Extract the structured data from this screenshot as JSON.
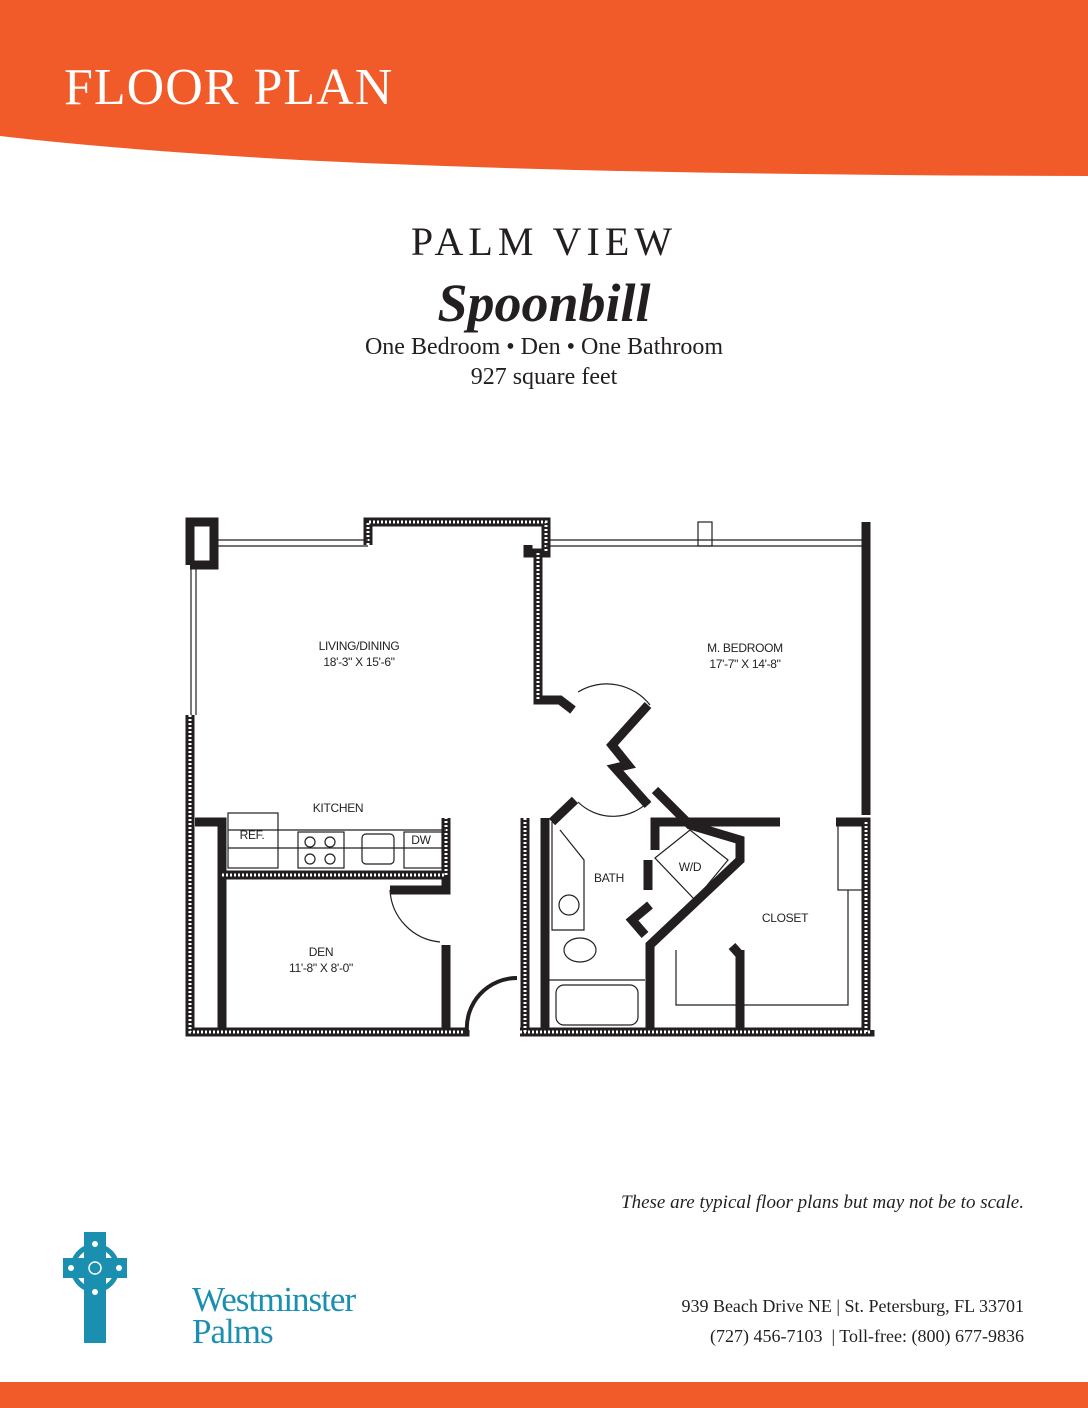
{
  "header": {
    "title": "FLOOR PLAN"
  },
  "unit": {
    "community": "PALM VIEW",
    "model": "Spoonbill",
    "features": "One Bedroom • Den • One Bathroom",
    "area": "927 square feet"
  },
  "rooms": {
    "living": {
      "name": "LIVING/DINING",
      "size": "18'-3\" X 15'-6\""
    },
    "bedroom": {
      "name": "M. BEDROOM",
      "size": "17'-7\" X 14'-8\""
    },
    "kitchen": {
      "name": "KITCHEN"
    },
    "ref": {
      "name": "REF."
    },
    "dw": {
      "name": "DW"
    },
    "bath": {
      "name": "BATH"
    },
    "wd": {
      "name": "W/D"
    },
    "closet": {
      "name": "CLOSET"
    },
    "den": {
      "name": "DEN",
      "size": "11'-8\" X 8'-0\""
    }
  },
  "disclaimer": "These are typical floor plans but may not be to scale.",
  "brand": {
    "line1": "Westminster",
    "line2": "Palms"
  },
  "contact": {
    "address": "939 Beach Drive NE | St. Petersburg, FL 33701",
    "phone": "(727) 456-7103  | Toll-free: (800) 677-9836"
  },
  "colors": {
    "accent": "#f15a29",
    "brand": "#1a8fb0"
  }
}
